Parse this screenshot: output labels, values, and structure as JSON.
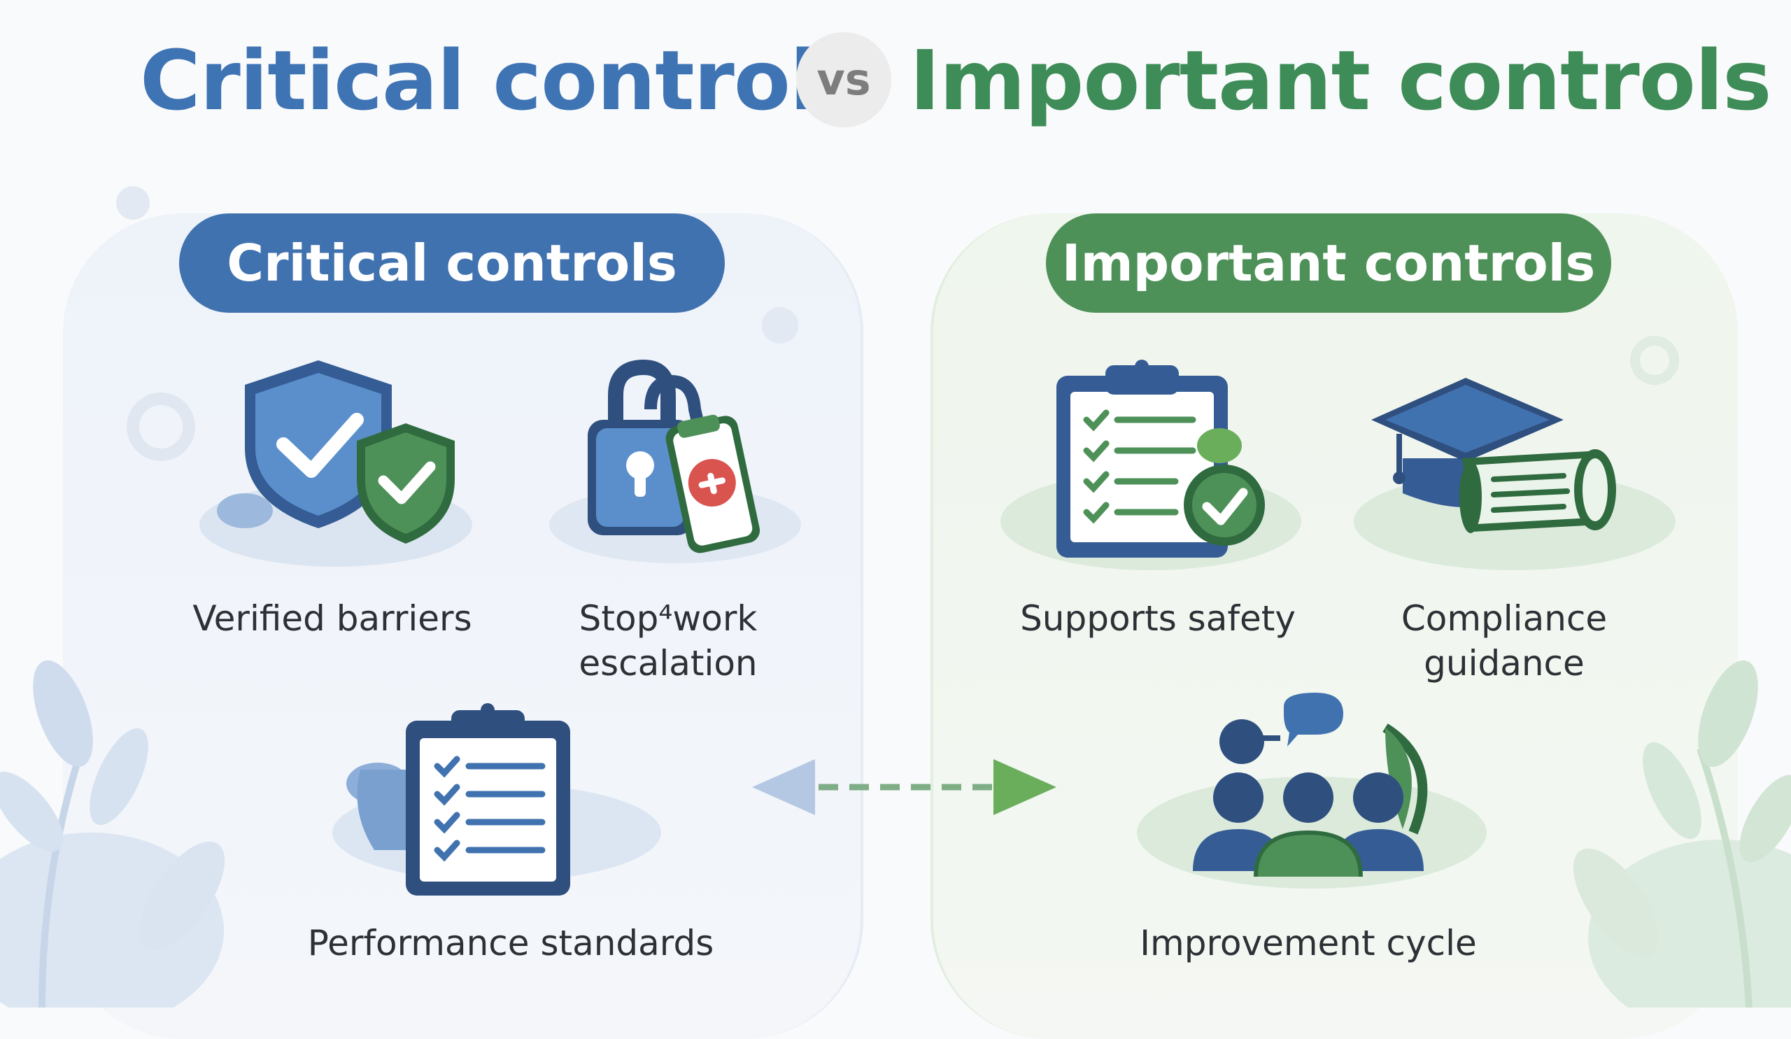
{
  "title": {
    "left": "Critical controls",
    "vs": "vs",
    "right": "Important controls"
  },
  "critical": {
    "header": "Critical controls",
    "items": [
      {
        "label_line1": "Verified barriers",
        "label_line2": ""
      },
      {
        "label_line1": "Stop⁴work",
        "label_line2": "escalation"
      },
      {
        "label_line1": "Performance standards",
        "label_line2": ""
      }
    ]
  },
  "important": {
    "header": "Important controls",
    "items": [
      {
        "label_line1": "Supports safety",
        "label_line2": ""
      },
      {
        "label_line1": "Compliance",
        "label_line2": "guidance"
      },
      {
        "label_line1": "Improvement cycle",
        "label_line2": ""
      }
    ]
  },
  "colors": {
    "critical_blue": "#4172b0",
    "important_green": "#4e9158",
    "text_dark": "#2d3035"
  },
  "icons": [
    "shield-check-icon",
    "padlock-tag-icon",
    "checklist-clipboard-icon",
    "clipboard-check-icon",
    "graduation-cap-scroll-icon",
    "team-discussion-icon",
    "double-arrow-icon"
  ]
}
